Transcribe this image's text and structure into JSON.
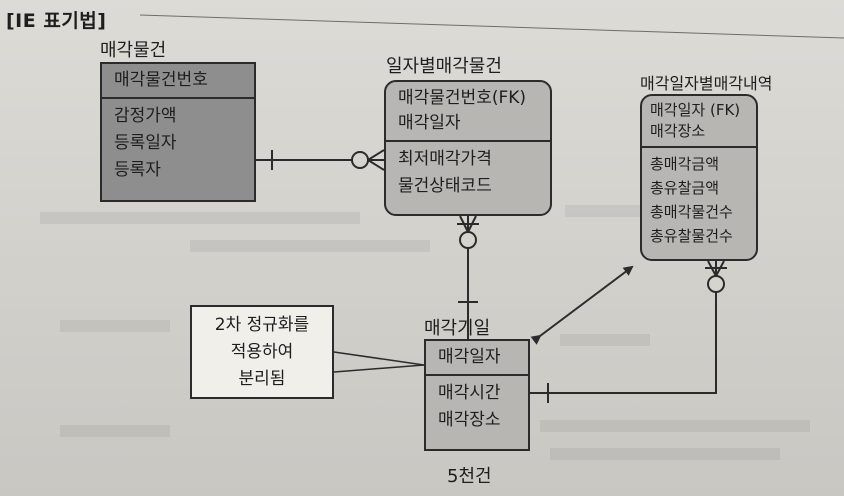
{
  "section_label": "[IE 표기법]",
  "entities": {
    "property": {
      "title": "매각물건",
      "key": [
        "매각물건번호"
      ],
      "attributes": [
        "감정가액",
        "등록일자",
        "등록자"
      ]
    },
    "daily_property": {
      "title": "일자별매각물건",
      "key": [
        "매각물건번호(FK)",
        "매각일자"
      ],
      "attributes": [
        "최저매각가격",
        "물건상태코드"
      ]
    },
    "daily_sales": {
      "title": "매각일자별매각내역",
      "key": [
        "매각일자 (FK)",
        "매각장소"
      ],
      "attributes": [
        "총매각금액",
        "총유찰금액",
        "총매각물건수",
        "총유찰물건수"
      ]
    },
    "sale_date": {
      "title": "매각기일",
      "key": [
        "매각일자"
      ],
      "attributes": [
        "매각시간",
        "매각장소"
      ]
    }
  },
  "note": [
    "2차 정규화를",
    "적용하여",
    "분리됨"
  ],
  "caption": "5천건",
  "colors": {
    "property_fill": "#8e8e8e",
    "entity_fill": "#b7b6b3",
    "note_fill": "#f0efea",
    "line": "#2b2b2b"
  }
}
